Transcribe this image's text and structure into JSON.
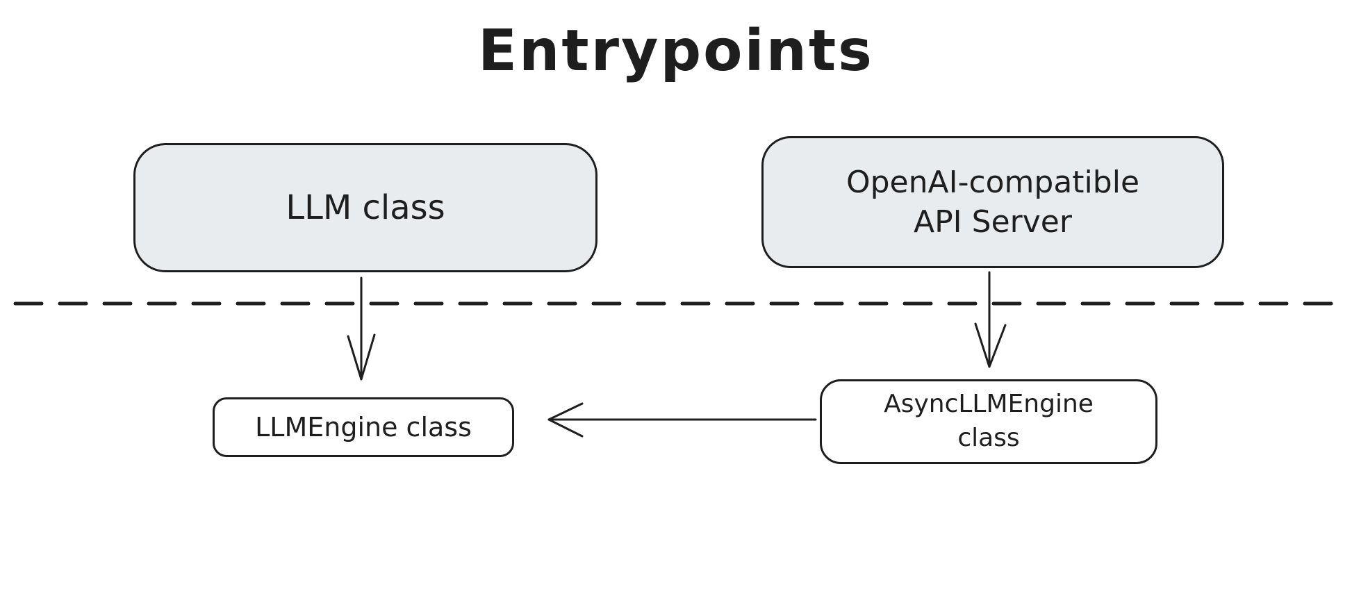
{
  "title": "Entrypoints",
  "nodes": {
    "llm_class": {
      "label": "LLM class"
    },
    "api_server": {
      "line1": "OpenAI-compatible",
      "line2": "API Server"
    },
    "llm_engine": {
      "label": "LLMEngine class"
    },
    "async_llm_engine": {
      "line1": "AsyncLLMEngine",
      "line2": "class"
    }
  },
  "edges": [
    {
      "from": "LLM class",
      "to": "LLMEngine class",
      "direction": "down"
    },
    {
      "from": "OpenAI-compatible API Server",
      "to": "AsyncLLMEngine class",
      "direction": "down"
    },
    {
      "from": "AsyncLLMEngine class",
      "to": "LLMEngine class",
      "direction": "left"
    }
  ],
  "divider": {
    "style": "dashed",
    "orientation": "horizontal"
  },
  "colors": {
    "stroke": "#1e1e1e",
    "entrypoint_box_fill": "#e9ecef",
    "engine_box_fill": "#ffffff",
    "background": "#ffffff"
  }
}
